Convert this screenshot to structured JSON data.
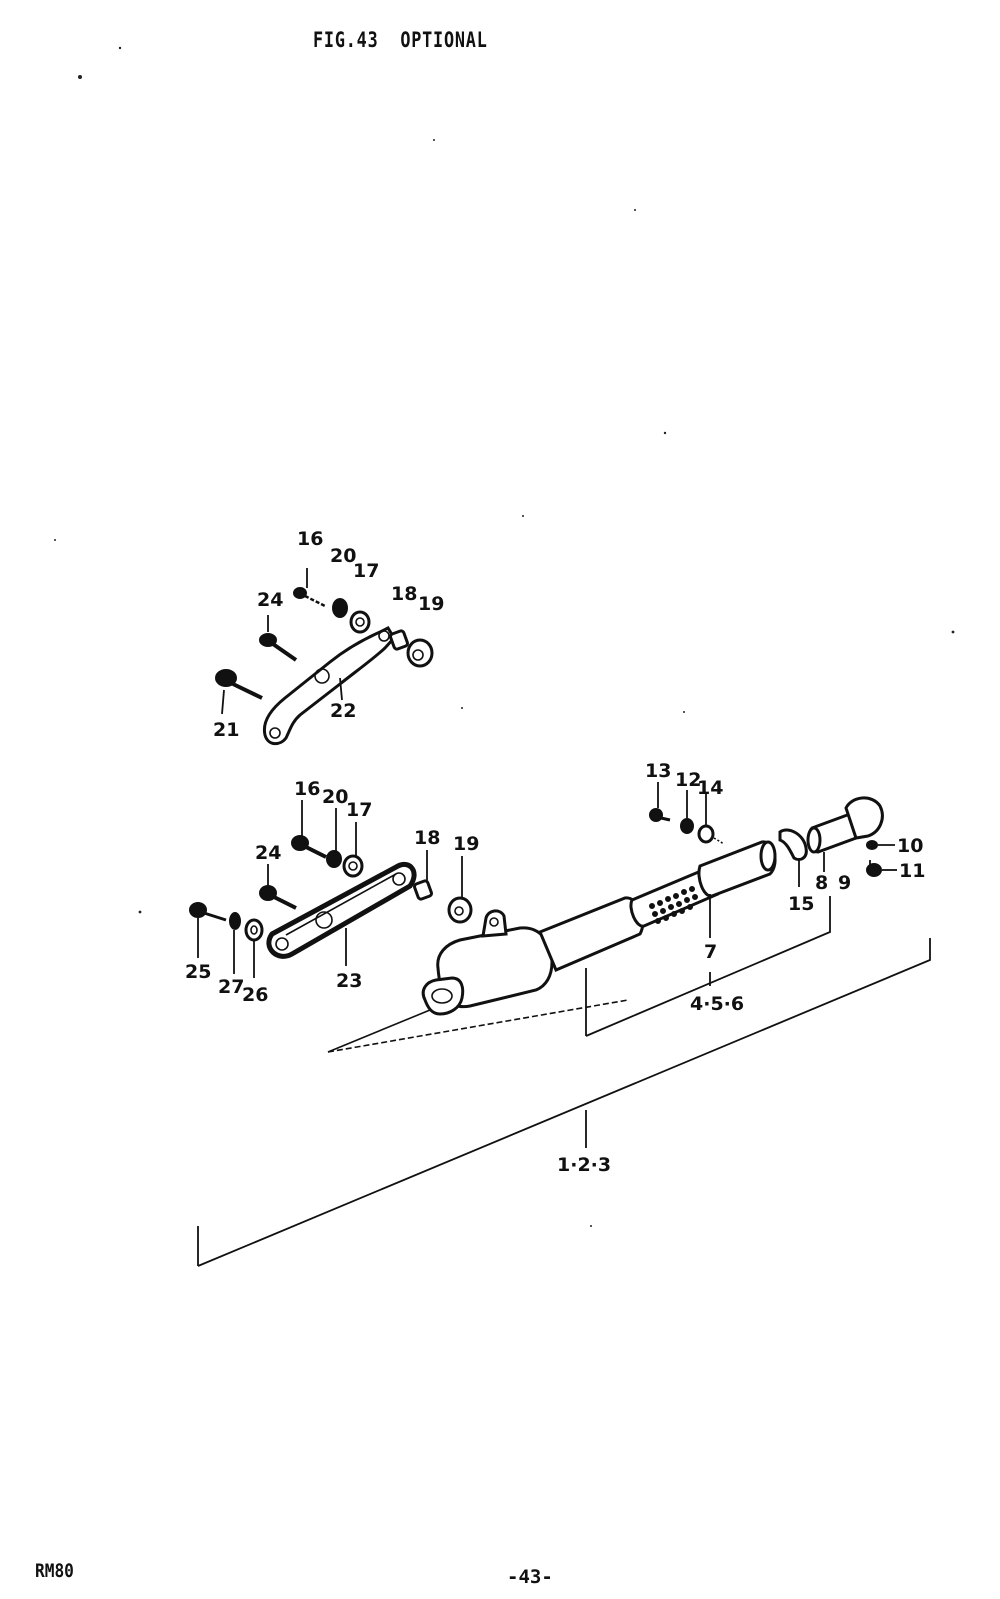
{
  "header": {
    "title": "FIG.43  OPTIONAL"
  },
  "footer": {
    "model": "RM80",
    "page_number": "-43-"
  },
  "callouts": {
    "upper_bracket": {
      "p16": "16",
      "p20": "20",
      "p17": "17",
      "p18": "18",
      "p19": "19",
      "p24": "24",
      "p21": "21",
      "p22": "22"
    },
    "lower_bracket": {
      "p16": "16",
      "p20": "20",
      "p17": "17",
      "p18": "18",
      "p19": "19",
      "p24": "24",
      "p25": "25",
      "p27": "27",
      "p26": "26",
      "p23": "23"
    },
    "shock": {
      "p13": "13",
      "p12": "12",
      "p14": "14",
      "p10": "10",
      "p11": "11",
      "p15": "15",
      "p8": "8",
      "p9": "9",
      "p7": "7",
      "group_456": "4·5·6",
      "group_123": "1·2·3"
    }
  }
}
